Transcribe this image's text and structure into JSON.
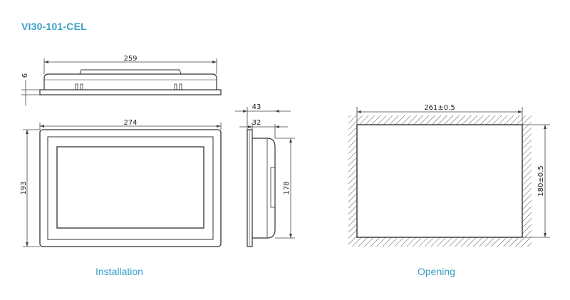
{
  "model": "VI30-101-CEL",
  "captions": {
    "installation": "Installation",
    "opening": "Opening"
  },
  "dimensions": {
    "top_width": "259",
    "top_depth": "6",
    "front_width": "274",
    "front_height": "193",
    "side_total_depth": "43",
    "side_body_depth": "32",
    "side_height": "178",
    "cutout_width": "261±0.5",
    "cutout_height": "180±0.5"
  }
}
